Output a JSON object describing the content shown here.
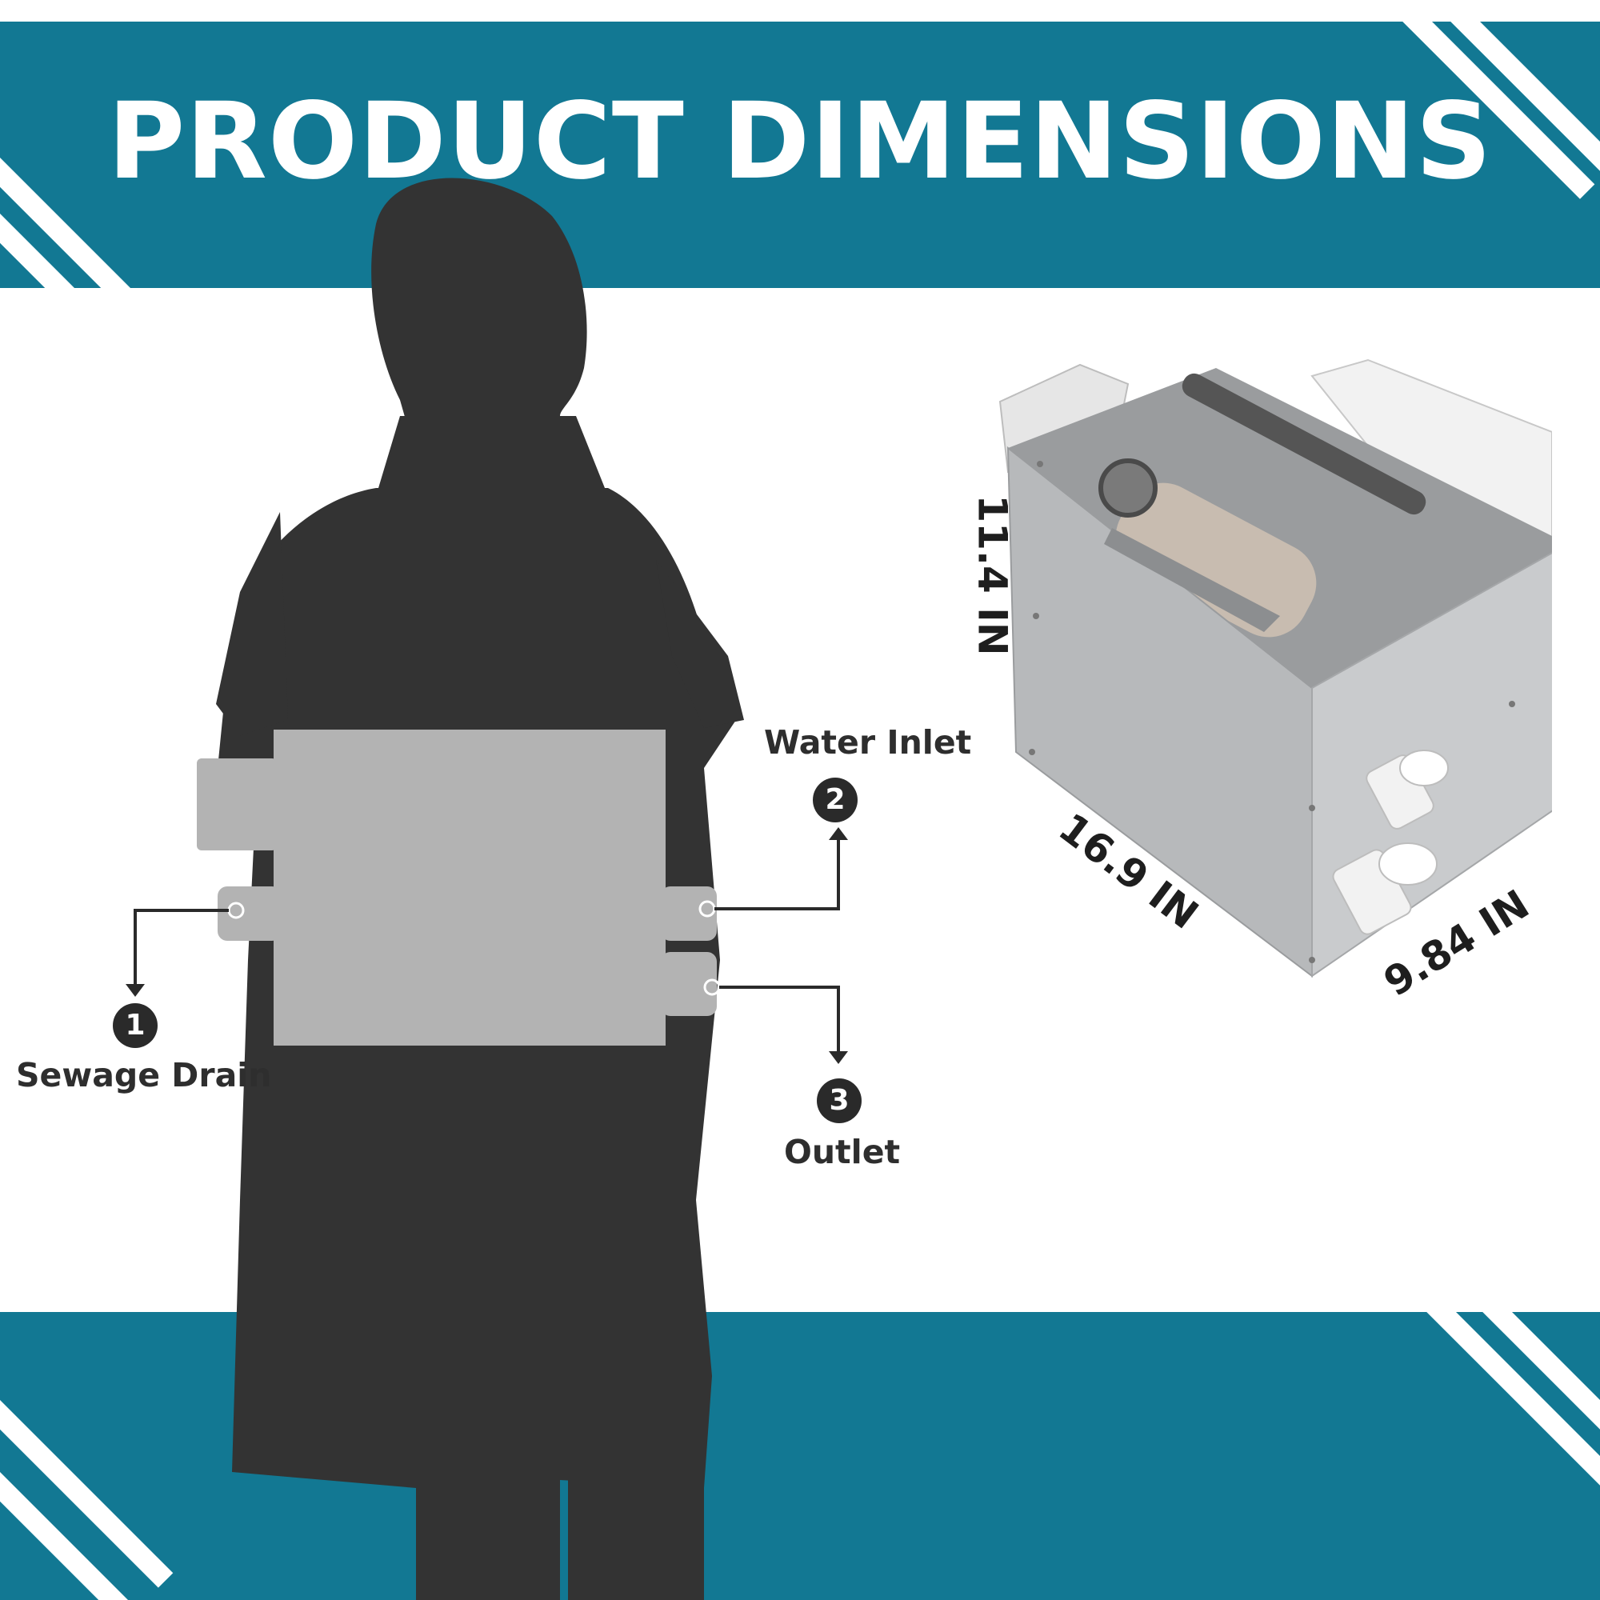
{
  "header": {
    "title": "PRODUCT DIMENSIONS"
  },
  "colors": {
    "brand": "#127893",
    "silhouette": "#333333",
    "unit": "#b3b3b3",
    "steel": "#c2c4c6"
  },
  "callouts": [
    {
      "number": "1",
      "label": "Sewage Drain"
    },
    {
      "number": "2",
      "label": "Water Inlet"
    },
    {
      "number": "3",
      "label": "Outlet"
    }
  ],
  "dimensions": {
    "height": "11.4 IN",
    "length": "16.9 IN",
    "width": "9.84 IN"
  }
}
